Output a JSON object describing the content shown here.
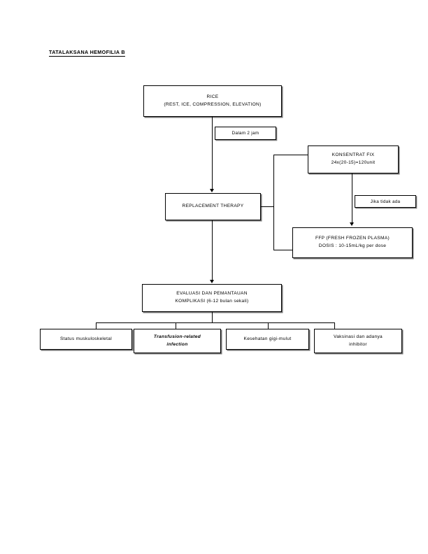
{
  "document": {
    "title": "TATALAKSANA HEMOFILIA B"
  },
  "diagram": {
    "type": "flowchart",
    "nodes": {
      "rice": {
        "line1": "RICE",
        "line2": "(REST, ICE, COMPRESSION, ELEVATION)"
      },
      "replacement_therapy": {
        "line1": "REPLACEMENT THERAPY"
      },
      "konsentrat_fix": {
        "line1": "KONSENTRAT FIX",
        "line2": "24x(20-15)=120unit"
      },
      "ffp": {
        "line1": "FFP (FRESH FROZEN PLASMA)",
        "line2": "DOSIS : 10-15mL/kg per dose"
      },
      "evaluasi": {
        "line1": "EVALUASI DAN PEMANTAUAN",
        "line2": "KOMPLIKASI (6-12 bulan sekali)"
      },
      "outcome_1": {
        "line1": "Status muskuloskeletal"
      },
      "outcome_2": {
        "line1": "Transfusion-related",
        "line2": "infection"
      },
      "outcome_3": {
        "line1": "Kesehatan gigi-mulut"
      },
      "outcome_4": {
        "line1": "Vaksinasi dan adanya",
        "line2": "inhibitor"
      }
    },
    "edge_labels": {
      "dalam_2_jam": "Dalam 2 jam",
      "jika_tidak_ada": "Jika tidak ada"
    },
    "colors": {
      "stroke": "#000000",
      "fill": "#ffffff",
      "text": "#000000"
    }
  }
}
